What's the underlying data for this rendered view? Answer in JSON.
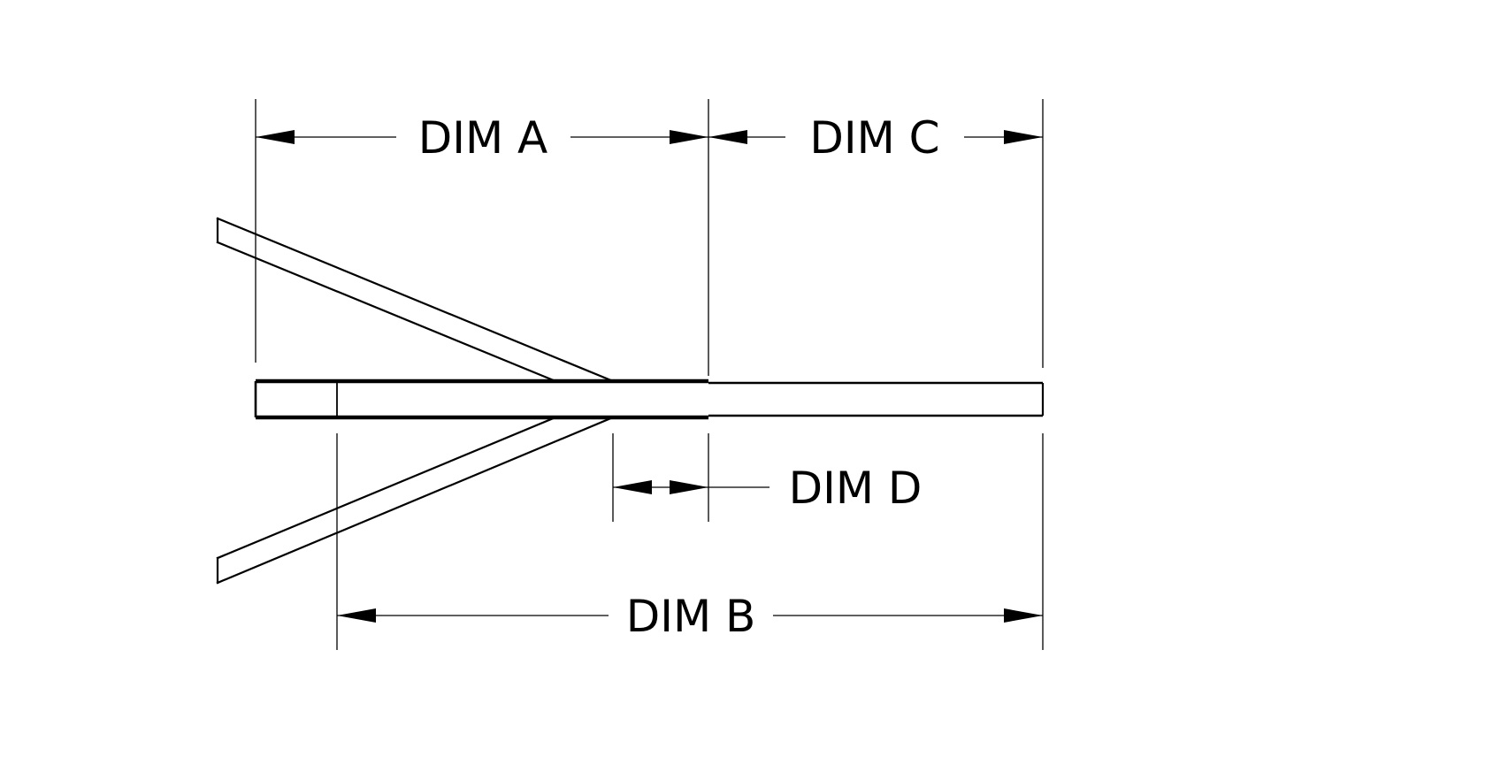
{
  "diagram": {
    "labels": {
      "dim_a": "DIM A",
      "dim_b": "DIM B",
      "dim_c": "DIM C",
      "dim_d": "DIM D"
    },
    "colors": {
      "line": "#000000",
      "background": "#ffffff"
    }
  }
}
